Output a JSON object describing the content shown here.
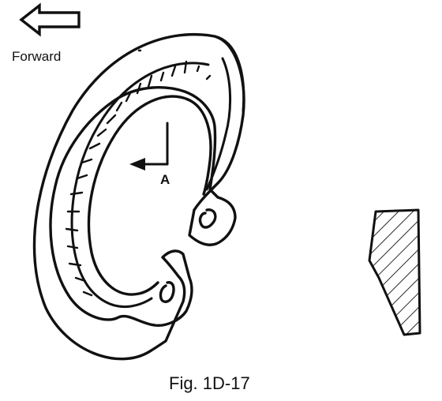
{
  "direction_label": "Forward",
  "view_label": "A",
  "caption": "Fig. 1D-17",
  "colors": {
    "ink": "#111111",
    "paper": "#ffffff"
  },
  "icons": {
    "direction": "arrow-left-icon"
  }
}
